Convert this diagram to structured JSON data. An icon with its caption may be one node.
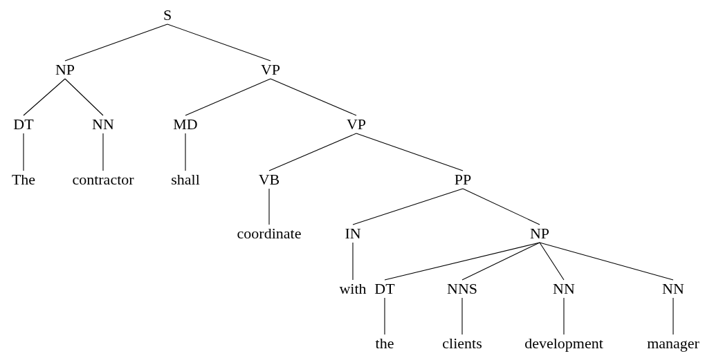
{
  "diagram": {
    "nodes": [
      {
        "text": [
          "S"
        ]
      },
      {
        "text": [
          "NP"
        ]
      },
      {
        "text": [
          "VP"
        ]
      },
      {
        "text": [
          "DT"
        ]
      },
      {
        "text": [
          "NN"
        ]
      },
      {
        "text": [
          "MD"
        ]
      },
      {
        "text": [
          "VP"
        ]
      },
      {
        "text": [
          "The"
        ]
      },
      {
        "text": [
          "contractor"
        ]
      },
      {
        "text": [
          "shall"
        ]
      },
      {
        "text": [
          "VB"
        ]
      },
      {
        "text": [
          "PP"
        ]
      },
      {
        "text": [
          "coordinate"
        ]
      },
      {
        "text": [
          "IN"
        ]
      },
      {
        "text": [
          "NP"
        ]
      },
      {
        "text": [
          "with"
        ]
      },
      {
        "text": [
          "DT"
        ]
      },
      {
        "text": [
          "NNS"
        ]
      },
      {
        "text": [
          "NN"
        ]
      },
      {
        "text": [
          "NN"
        ]
      },
      {
        "text": [
          "the"
        ]
      },
      {
        "text": [
          "clients"
        ]
      },
      {
        "text": [
          "development"
        ]
      },
      {
        "text": [
          "manager"
        ]
      }
    ],
    "edges": [
      {
        "from": 0,
        "to": 1,
        "arrow": "none"
      },
      {
        "from": 0,
        "to": 2,
        "arrow": "none"
      },
      {
        "from": 1,
        "to": 3,
        "arrow": "none"
      },
      {
        "from": 1,
        "to": 4,
        "arrow": "none"
      },
      {
        "from": 2,
        "to": 5,
        "arrow": "none"
      },
      {
        "from": 2,
        "to": 6,
        "arrow": "none"
      },
      {
        "from": 3,
        "to": 7,
        "arrow": "none"
      },
      {
        "from": 4,
        "to": 8,
        "arrow": "none"
      },
      {
        "from": 5,
        "to": 9,
        "arrow": "none"
      },
      {
        "from": 6,
        "to": 10,
        "arrow": "none"
      },
      {
        "from": 6,
        "to": 11,
        "arrow": "none"
      },
      {
        "from": 10,
        "to": 12,
        "arrow": "none"
      },
      {
        "from": 11,
        "to": 13,
        "arrow": "none"
      },
      {
        "from": 11,
        "to": 14,
        "arrow": "none"
      },
      {
        "from": 13,
        "to": 15,
        "arrow": "none"
      },
      {
        "from": 14,
        "to": 16,
        "arrow": "none"
      },
      {
        "from": 14,
        "to": 17,
        "arrow": "none"
      },
      {
        "from": 14,
        "to": 18,
        "arrow": "none"
      },
      {
        "from": 14,
        "to": 19,
        "arrow": "none"
      },
      {
        "from": 16,
        "to": 20,
        "arrow": "none"
      },
      {
        "from": 17,
        "to": 21,
        "arrow": "none"
      },
      {
        "from": 18,
        "to": 22,
        "arrow": "none"
      },
      {
        "from": 19,
        "to": 23,
        "arrow": "none"
      }
    ]
  }
}
